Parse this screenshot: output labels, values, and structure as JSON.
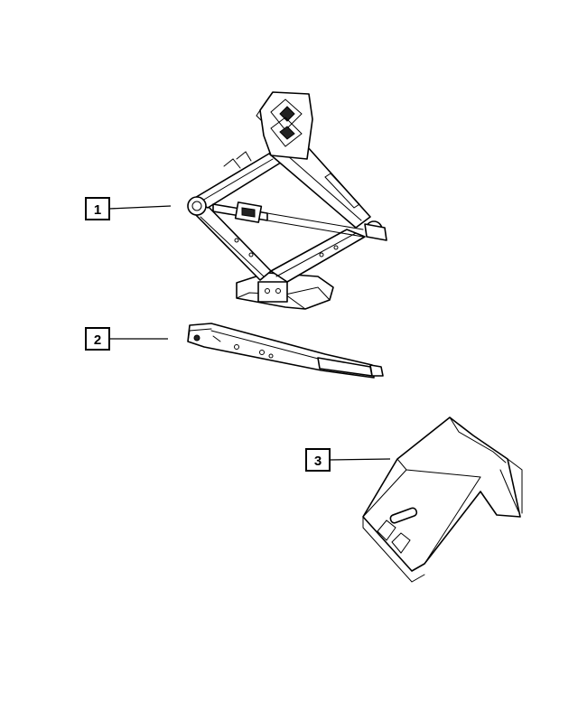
{
  "callouts": [
    {
      "label": "1"
    },
    {
      "label": "2"
    },
    {
      "label": "3"
    }
  ],
  "colors": {
    "ink": "#000000",
    "paper": "#ffffff"
  }
}
